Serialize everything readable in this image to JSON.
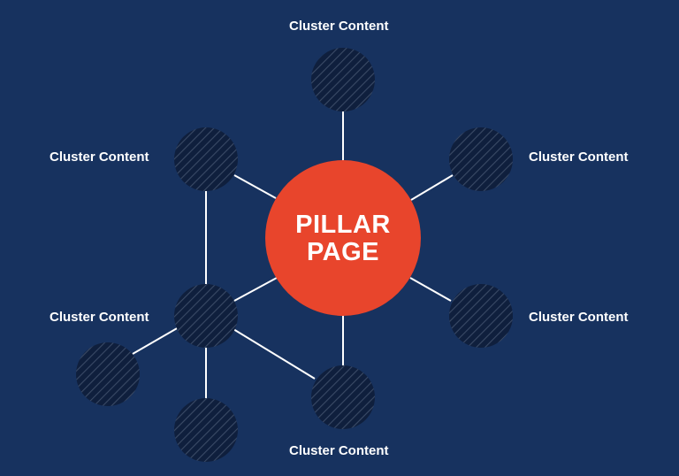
{
  "pillar": {
    "line1": "PILLAR",
    "line2": "PAGE",
    "color": "#e8452c"
  },
  "labels": {
    "top": "Cluster Content",
    "upper_left": "Cluster Content",
    "upper_right": "Cluster Content",
    "lower_left": "Cluster Content",
    "lower_right": "Cluster Content",
    "bottom": "Cluster Content"
  },
  "colors": {
    "background": "#17325f",
    "node_fill": "#0f1f3d",
    "node_stripe": "#3a4a66",
    "connector": "#ffffff"
  }
}
